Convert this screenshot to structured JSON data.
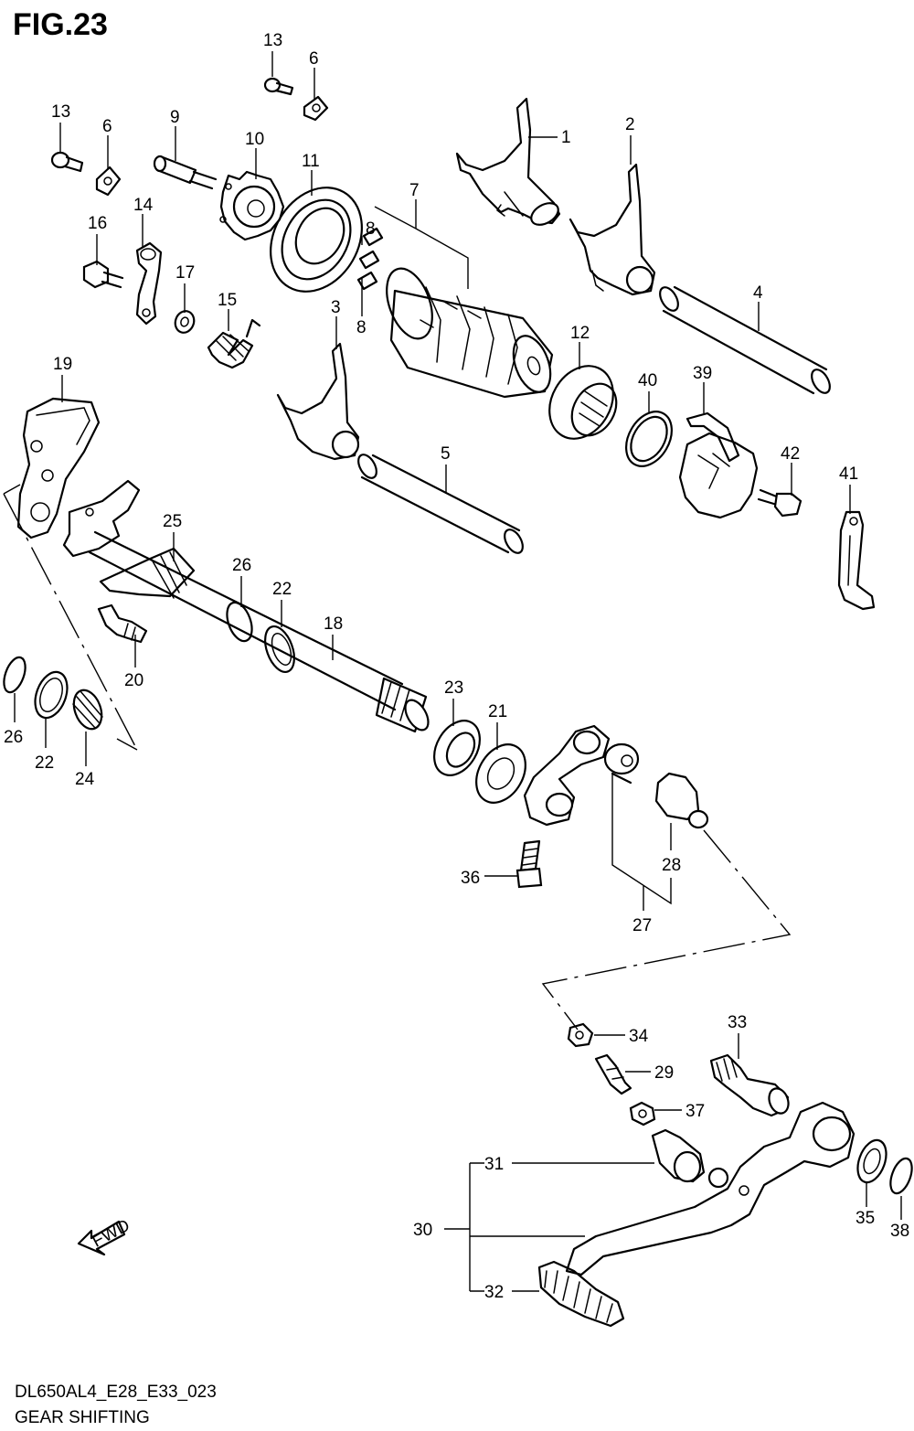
{
  "figure_title": "FIG.23",
  "footer": {
    "code": "DL650AL4_E28_E33_023",
    "caption": "GEAR SHIFTING"
  },
  "fwd_label": "FWD",
  "callouts": {
    "c1": "1",
    "c2": "2",
    "c3": "3",
    "c4": "4",
    "c5": "5",
    "c6a": "6",
    "c6b": "6",
    "c7": "7",
    "c8a": "8",
    "c8b": "8",
    "c9": "9",
    "c10": "10",
    "c11": "11",
    "c12": "12",
    "c13a": "13",
    "c13b": "13",
    "c14": "14",
    "c15": "15",
    "c16": "16",
    "c17": "17",
    "c18": "18",
    "c19": "19",
    "c20": "20",
    "c21": "21",
    "c22a": "22",
    "c22b": "22",
    "c23": "23",
    "c24": "24",
    "c25": "25",
    "c26a": "26",
    "c26b": "26",
    "c27": "27",
    "c28": "28",
    "c29": "29",
    "c30": "30",
    "c31": "31",
    "c32": "32",
    "c33": "33",
    "c34": "34",
    "c35": "35",
    "c36": "36",
    "c37": "37",
    "c38": "38",
    "c39": "39",
    "c40": "40",
    "c41": "41",
    "c42": "42"
  }
}
